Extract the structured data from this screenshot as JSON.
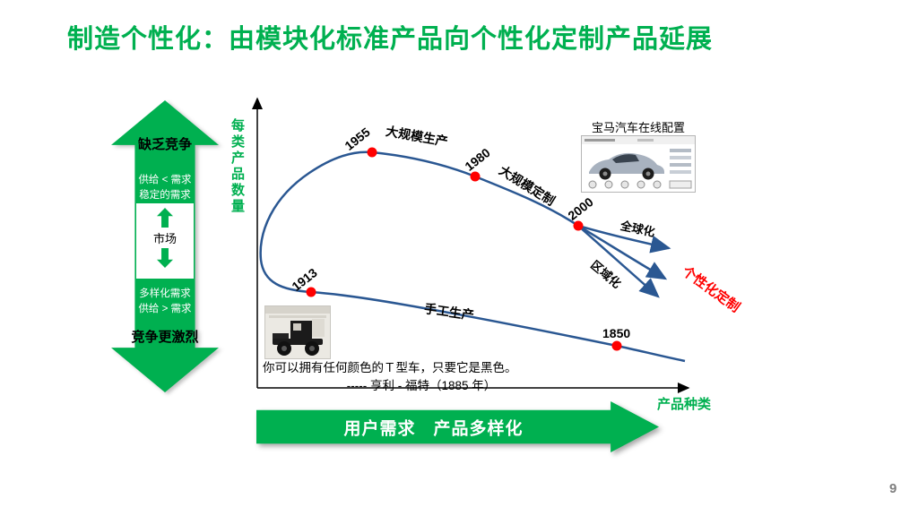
{
  "slide": {
    "title": "制造个性化：由模块化标准产品向个性化定制产品延展",
    "page_number": "9"
  },
  "left_flow": {
    "top_label": "缺乏竞争",
    "supply_lt_demand": "供给 < 需求",
    "stable_demand": "稳定的需求",
    "market": "市场",
    "diverse_demand": "多样化需求",
    "supply_gt_demand": "供给 > 需求",
    "bottom_label": "竞争更激烈"
  },
  "chart": {
    "y_axis_label": "每类产品数量",
    "x_axis_label": "产品种类",
    "years": {
      "y1850": "1850",
      "y1913": "1913",
      "y1955": "1955",
      "y1980": "1980",
      "y2000": "2000"
    },
    "stages": {
      "handcraft": "手工生产",
      "mass_production": "大规模生产",
      "mass_customization": "大规模定制"
    },
    "branches": {
      "globalization": "全球化",
      "regionalization": "区域化",
      "personal_customization": "个性化定制"
    }
  },
  "bmw_panel": {
    "caption": "宝马汽车在线配置"
  },
  "ford_quote": {
    "line1": "你可以拥有任何颜色的Ｔ型车，只要它是黑色。",
    "line2": "----- 亨利 - 福特（1885 年）"
  },
  "bottom_arrow": {
    "label": "用户需求　产品多样化"
  },
  "colors": {
    "green": "#00B050",
    "red": "#FF0000",
    "curve_blue": "#2A5792"
  }
}
